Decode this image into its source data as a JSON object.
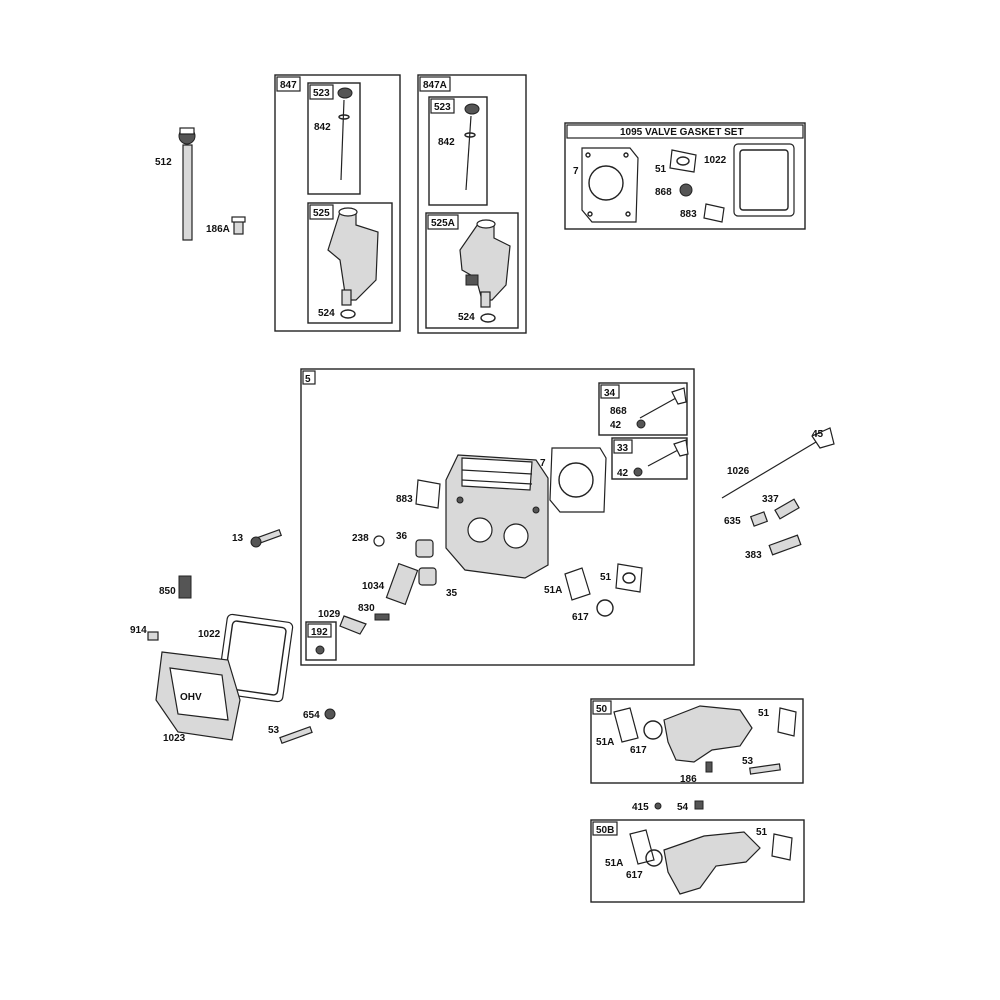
{
  "labels": {
    "l512": "512",
    "l186a": "186A",
    "b847": "847",
    "b847_523": "523",
    "b847_842": "842",
    "b847_525": "525",
    "b847_524": "524",
    "b847a": "847A",
    "b847a_523": "523",
    "b847a_842": "842",
    "b847a_525a": "525A",
    "b847a_524": "524",
    "gasket_set_title": "1095 VALVE GASKET SET",
    "gs_7": "7",
    "gs_51": "51",
    "gs_1022": "1022",
    "gs_868": "868",
    "gs_883": "883",
    "b5": "5",
    "b34": "34",
    "b34_868": "868",
    "b34_42": "42",
    "b33": "33",
    "b33_42": "42",
    "b5_7": "7",
    "b5_883": "883",
    "b5_238": "238",
    "b5_36": "36",
    "b5_1034": "1034",
    "b5_35": "35",
    "b5_830": "830",
    "b5_1029": "1029",
    "b5_192": "192",
    "b5_51a": "51A",
    "b5_51": "51",
    "b5_617": "617",
    "l45": "45",
    "l1026": "1026",
    "l337": "337",
    "l635": "635",
    "l383": "383",
    "l13": "13",
    "l850": "850",
    "l914": "914",
    "l1022": "1022",
    "l1023": "1023",
    "l654": "654",
    "l53": "53",
    "cover_logo": "OHV",
    "b50": "50",
    "b50_51a": "51A",
    "b50_617": "617",
    "b50_51": "51",
    "b50_186": "186",
    "b50_53": "53",
    "l415": "415",
    "l54": "54",
    "b50b": "50B",
    "b50b_51a": "51A",
    "b50b_617": "617",
    "b50b_51": "51"
  }
}
